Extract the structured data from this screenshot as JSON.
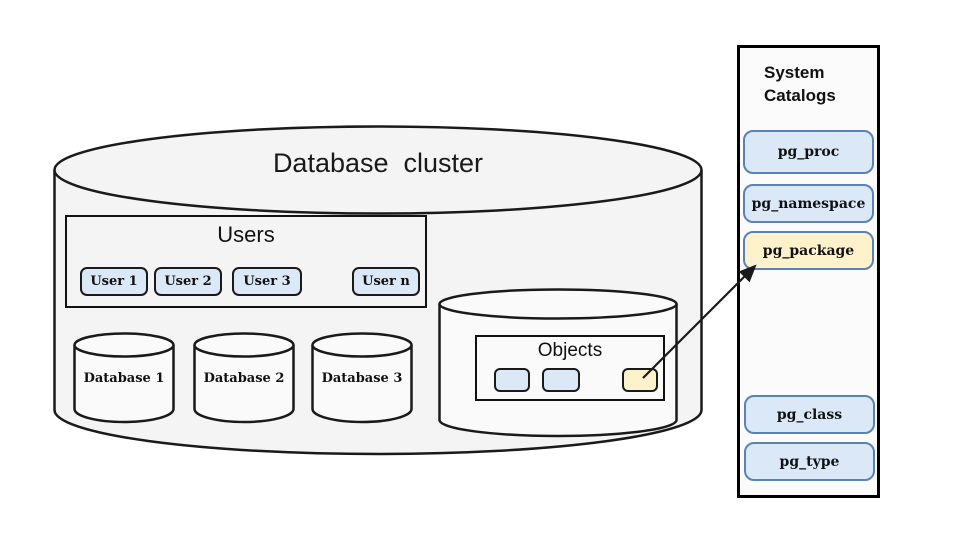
{
  "cluster": {
    "label": "Database  cluster",
    "users_box": {
      "title": "Users",
      "items": [
        "User 1",
        "User 2",
        "User 3",
        "User n"
      ]
    },
    "databases": [
      "Database 1",
      "Database 2",
      "Database 3"
    ],
    "objects_box": {
      "title": "Objects",
      "highlighted_object_color": "#fdf2cc",
      "object_color": "#dbe8f8"
    }
  },
  "system_catalogs": {
    "title": "System Catalogs",
    "items_top": [
      "pg_proc",
      "pg_namespace",
      "pg_package"
    ],
    "items_bottom": [
      "pg_class",
      "pg_type"
    ],
    "highlighted_item": "pg_package"
  },
  "arrow": {
    "from": "highlighted-object",
    "to": "pg_package"
  },
  "colors": {
    "blue_fill": "#dbe8f8",
    "yellow_fill": "#fdf2cc",
    "catalog_border": "#5b82b5",
    "box_border": "#1a1a1a",
    "big_cylinder_fill": "#f4f4f4",
    "inner_cylinder_fill": "#fafafa",
    "panel_bg": "#fbfbfb"
  }
}
